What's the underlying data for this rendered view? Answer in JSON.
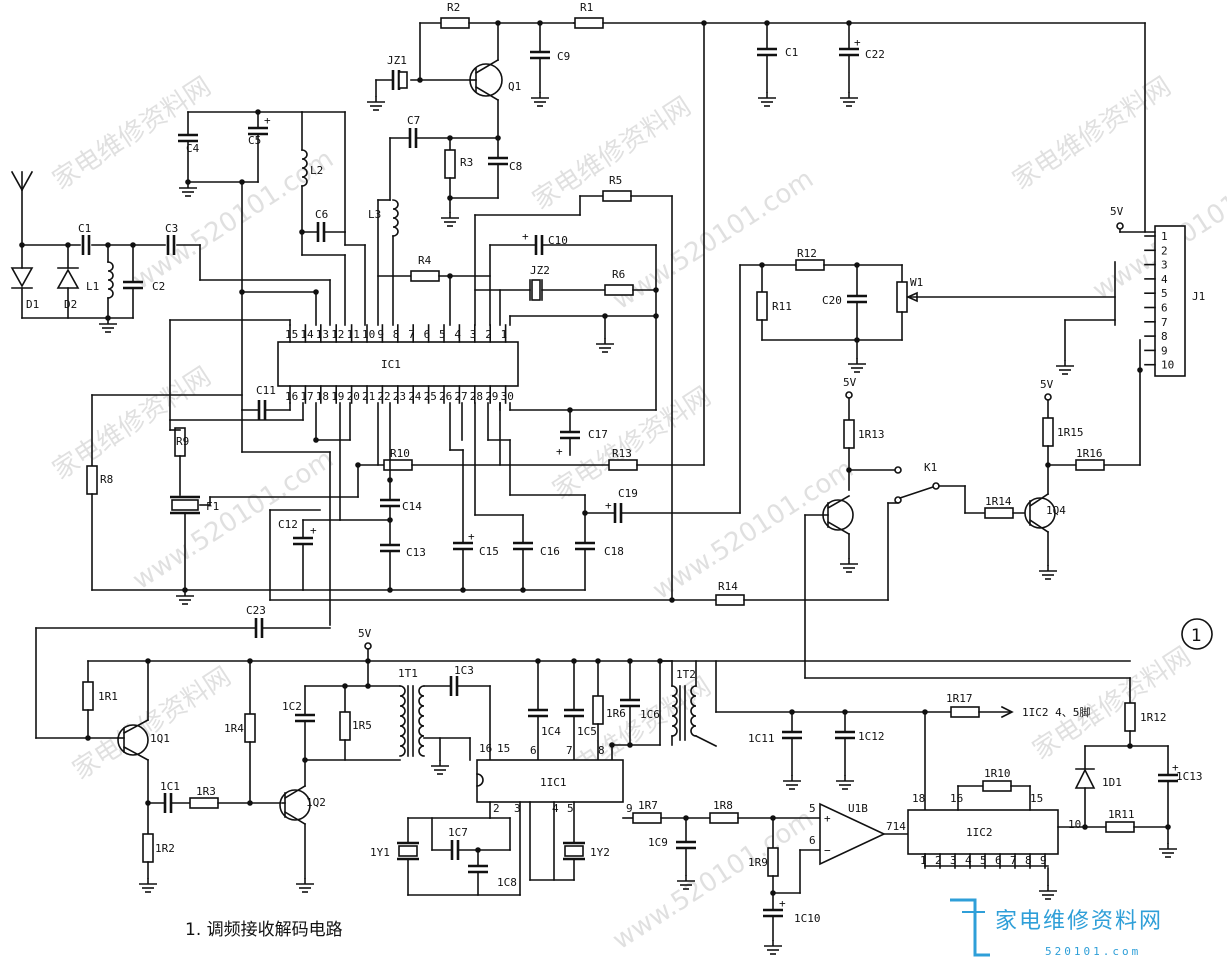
{
  "caption": "1. 调频接收解码电路",
  "circle_number": "1",
  "brand": {
    "name": "家电维修资料网",
    "site": "520101.com"
  },
  "watermark": [
    "家电维修资料网",
    "www.520101.com"
  ],
  "accent_color": "#2f9fd8",
  "power": {
    "vcc": "5V"
  },
  "ic": {
    "ic1": "IC1",
    "iic1": "1IC1",
    "iic2": "1IC2",
    "u1b": "U1B",
    "u1b_pin_out": "714"
  },
  "labels": {
    "D1": "D1",
    "D2": "D2",
    "L1": "L1",
    "C1a": "C1",
    "C2": "C2",
    "C3": "C3",
    "C4": "C4",
    "C5": "C5",
    "L2": "L2",
    "C6": "C6",
    "L3": "L3",
    "C7": "C7",
    "R3": "R3",
    "C8": "C8",
    "JZ1": "JZ1",
    "R2": "R2",
    "Q1": "Q1",
    "C9": "C9",
    "R1": "R1",
    "C1b": "C1",
    "C22": "C22",
    "R4": "R4",
    "R5": "R5",
    "C10": "C10",
    "JZ2": "JZ2",
    "R6": "R6",
    "C11": "C11",
    "R9": "R9",
    "R8": "R8",
    "F1": "F1",
    "C12": "C12",
    "R10": "R10",
    "R13": "R13",
    "C14": "C14",
    "C13": "C13",
    "C15": "C15",
    "C16": "C16",
    "C18": "C18",
    "C17": "C17",
    "C19": "C19",
    "R14": "R14",
    "C23": "C23",
    "R12": "R12",
    "R11": "R11",
    "C20": "C20",
    "W1": "W1",
    "J1": "J1",
    "1R13": "1R13",
    "K1": "K1",
    "1R14": "1R14",
    "1Q4": "1Q4",
    "1R15": "1R15",
    "1R16": "1R16",
    "1R1": "1R1",
    "1Q1": "1Q1",
    "1C1": "1C1",
    "1R3": "1R3",
    "1R2": "1R2",
    "1R4": "1R4",
    "1Q2": "1Q2",
    "1C2": "1C2",
    "1R5": "1R5",
    "1T1": "1T1",
    "1C3": "1C3",
    "1C4": "1C4",
    "1C5": "1C5",
    "1R6": "1R6",
    "1C6": "1C6",
    "1T2": "1T2",
    "1C11": "1C11",
    "1C12": "1C12",
    "1R17": "1R17",
    "to_1ic2": "1IC2 4、5脚",
    "1C7": "1C7",
    "1C8": "1C8",
    "1Y1": "1Y1",
    "1Y2": "1Y2",
    "1R7": "1R7",
    "1C9": "1C9",
    "1R8": "1R8",
    "1R9": "1R9",
    "1C10": "1C10",
    "1R10": "1R10",
    "1R12": "1R12",
    "1D1": "1D1",
    "1C13": "1C13",
    "1R11": "1R11"
  },
  "ic1_pins_top": [
    "15",
    "14",
    "13",
    "12",
    "11",
    "10",
    "9",
    "8",
    "7",
    "6",
    "5",
    "4",
    "3",
    "2",
    "1"
  ],
  "ic1_pins_bottom": [
    "16",
    "17",
    "18",
    "19",
    "20",
    "21",
    "22",
    "23",
    "24",
    "25",
    "26",
    "27",
    "28",
    "29",
    "30"
  ],
  "j1_pins": [
    "1",
    "2",
    "3",
    "4",
    "5",
    "6",
    "7",
    "8",
    "9",
    "10"
  ],
  "iic1_pins": {
    "p16": "16",
    "p15": "15",
    "p2": "2",
    "p3": "3",
    "p4": "4",
    "p5": "5",
    "p6": "6",
    "p7": "7",
    "p8": "8",
    "p9": "9"
  },
  "iic2_pins": {
    "p18": "18",
    "p16": "16",
    "p15": "15",
    "p10": "10",
    "bottom": [
      "1",
      "2",
      "3",
      "4",
      "5",
      "6",
      "7",
      "8",
      "9"
    ]
  },
  "u1b_pins": {
    "plus": "5",
    "minus": "6"
  }
}
